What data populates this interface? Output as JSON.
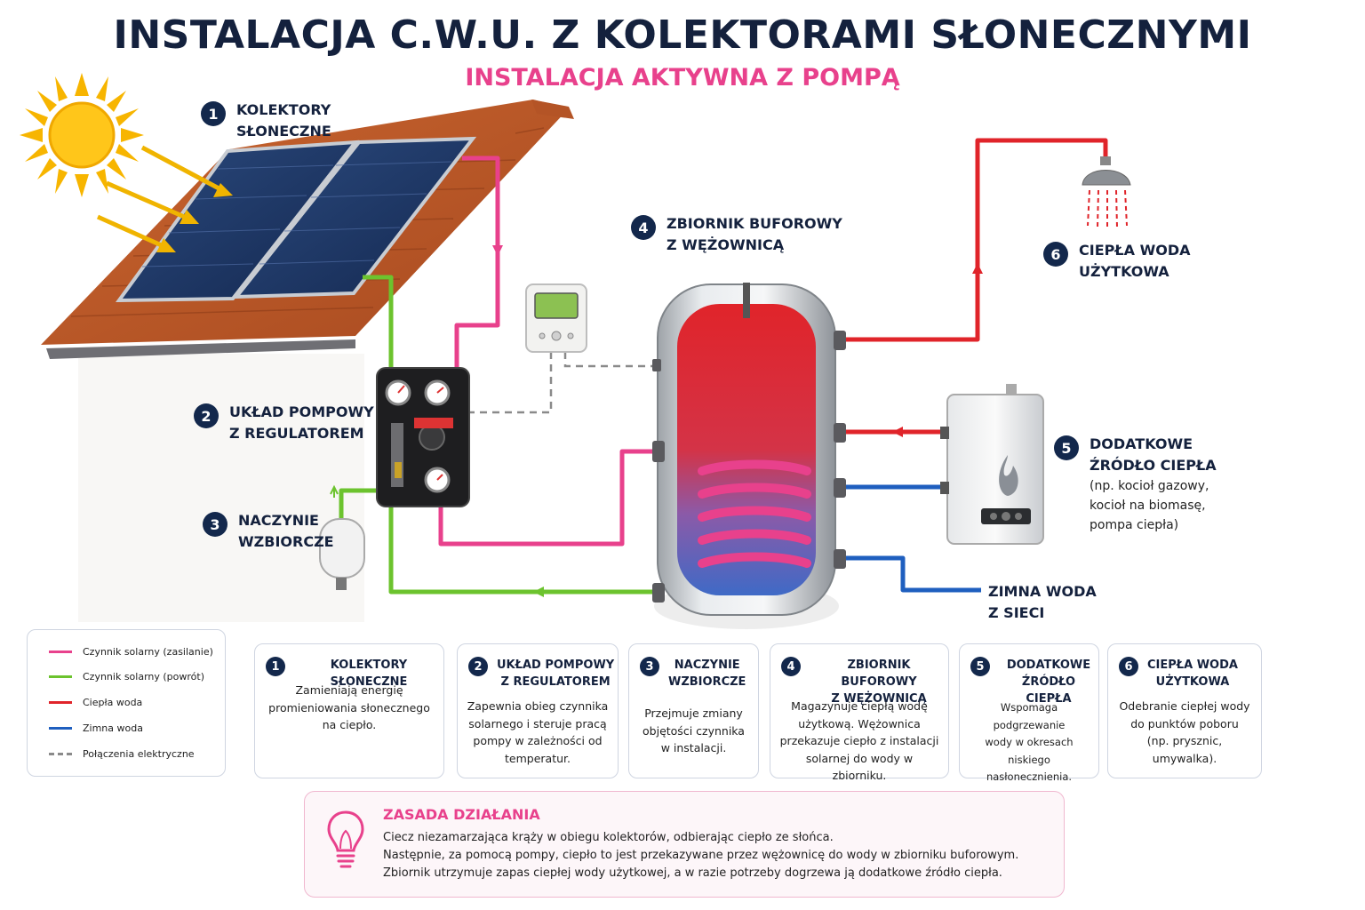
{
  "title": "INSTALACJA C.W.U. Z KOLEKTORAMI SŁONECZNYMI",
  "subtitle": "INSTALACJA AKTYWNA Z POMPĄ",
  "colors": {
    "solar_supply": "#e8418c",
    "solar_return": "#6cc32e",
    "hot_water": "#e0242a",
    "cold_water": "#1f5fbf",
    "electric": "#8a8a8a",
    "navy": "#13284c"
  },
  "labels": {
    "l1": {
      "num": "1",
      "line1": "KOLEKTORY",
      "line2": "SŁONECZNE"
    },
    "l2": {
      "num": "2",
      "line1": "UKŁAD POMPOWY",
      "line2": "Z REGULATOREM"
    },
    "l3": {
      "num": "3",
      "line1": "NACZYNIE",
      "line2": "WZBIORCZE"
    },
    "l4": {
      "num": "4",
      "line1": "ZBIORNIK BUFOROWY",
      "line2": "Z WĘŻOWNICĄ"
    },
    "l5": {
      "num": "5",
      "line1": "DODATKOWE",
      "line2": "ŹRÓDŁO CIEPŁA",
      "sub1": "(np. kocioł gazowy,",
      "sub2": "kocioł na biomasę,",
      "sub3": "pompa ciepła)"
    },
    "l6": {
      "num": "6",
      "line1": "CIEPŁA WODA",
      "line2": "UŻYTKOWA"
    },
    "cold": {
      "line1": "ZIMNA WODA",
      "line2": "Z SIECI"
    }
  },
  "legend": [
    {
      "label": "Czynnik solarny (zasilanie)",
      "color": "#e8418c",
      "style": "solid"
    },
    {
      "label": "Czynnik solarny (powrót)",
      "color": "#6cc32e",
      "style": "solid"
    },
    {
      "label": "Ciepła woda",
      "color": "#e0242a",
      "style": "solid"
    },
    {
      "label": "Zimna woda",
      "color": "#1f5fbf",
      "style": "solid"
    },
    {
      "label": "Połączenia elektryczne",
      "color": "#8a8a8a",
      "style": "dashed"
    }
  ],
  "cards": [
    {
      "num": "1",
      "title1": "KOLEKTORY SŁONECZNE",
      "title2": "",
      "desc": [
        "Zamieniają energię",
        "promieniowania słonecznego",
        "na ciepło."
      ]
    },
    {
      "num": "2",
      "title1": "UKŁAD POMPOWY",
      "title2": "Z REGULATOREM",
      "desc": [
        "Zapewnia obieg czynnika",
        "solarnego i steruje pracą",
        "pompy w zależności od",
        "temperatur."
      ]
    },
    {
      "num": "3",
      "title1": "NACZYNIE",
      "title2": "WZBIORCZE",
      "desc": [
        "Przejmuje zmiany",
        "objętości czynnika",
        "w instalacji."
      ]
    },
    {
      "num": "4",
      "title1": "ZBIORNIK BUFOROWY",
      "title2": "Z WĘŻOWNICĄ",
      "desc": [
        "Magazynuje ciepłą wodę",
        "użytkową. Wężownica",
        "przekazuje ciepło z instalacji",
        "solarnej do wody w zbiorniku."
      ]
    },
    {
      "num": "5",
      "title1": "DODATKOWE",
      "title2": "ŹRÓDŁO CIEPŁA",
      "desc": [
        "Wspomaga podgrzewanie",
        "wody w okresach",
        "niskiego nasłonecznienia."
      ]
    },
    {
      "num": "6",
      "title1": "CIEPŁA WODA",
      "title2": "UŻYTKOWA",
      "desc": [
        "Odebranie ciepłej wody",
        "do punktów poboru",
        "(np. prysznic, umywalka)."
      ]
    }
  ],
  "principle": {
    "title": "ZASADA DZIAŁANIA",
    "lines": [
      "Ciecz niezamarzająca krąży w obiegu kolektorów, odbierając ciepło ze słońca.",
      "Następnie, za pomocą pompy, ciepło to jest przekazywane przez wężownicę do wody w zbiorniku buforowym.",
      "Zbiornik utrzymuje zapas ciepłej wody użytkowej, a w razie potrzeby dogrzewa ją dodatkowe źródło ciepła."
    ],
    "icon": "lightbulb-icon"
  },
  "icons": [
    "sun-icon",
    "shower-icon",
    "flame-icon",
    "controller-icon",
    "pressure-gauge-icon"
  ]
}
